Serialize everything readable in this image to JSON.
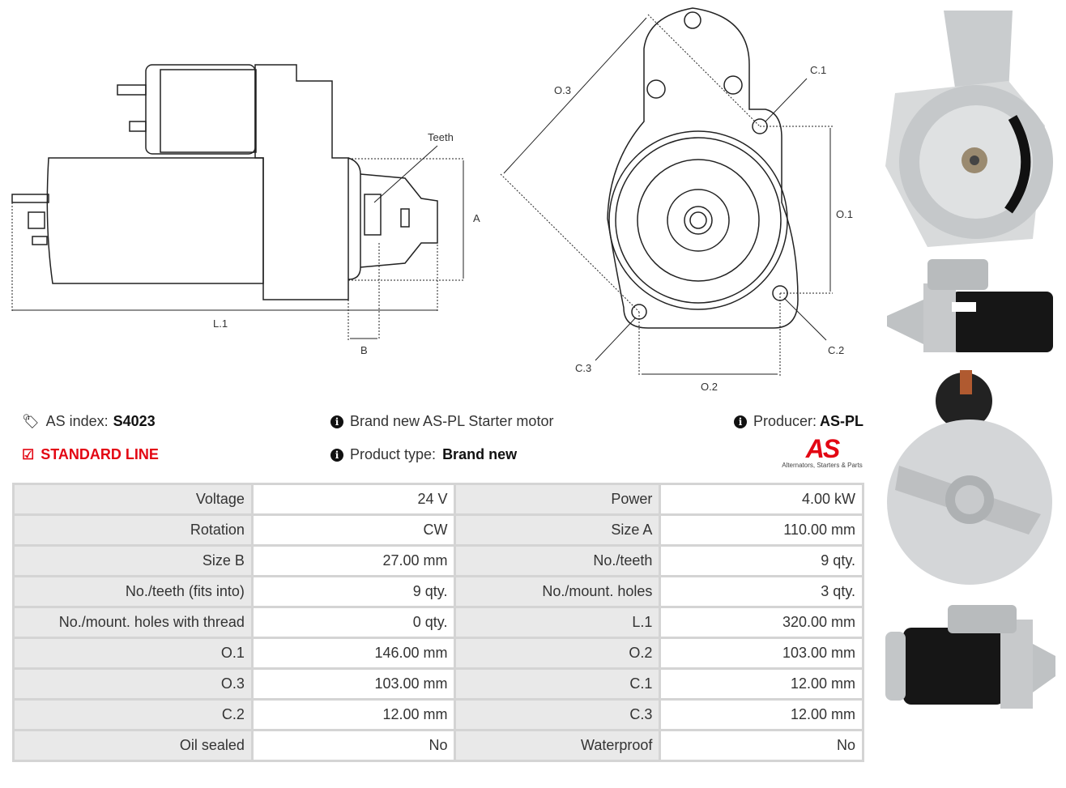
{
  "diagram": {
    "labels": {
      "teeth": "Teeth",
      "a": "A",
      "b": "B",
      "l1": "L.1",
      "o1": "O.1",
      "o2": "O.2",
      "o3": "O.3",
      "c1": "C.1",
      "c2": "C.2",
      "c3": "C.3"
    }
  },
  "info": {
    "as_index_label": "AS index:",
    "as_index_value": "S4023",
    "line": "STANDARD LINE",
    "title": "Brand new AS-PL Starter motor",
    "product_type_label": "Product type:",
    "product_type_value": "Brand new",
    "producer_label": "Producer:",
    "producer_value": "AS-PL",
    "logo_text": "AS",
    "logo_tagline": "Alternators, Starters & Parts",
    "accent": "#e30613"
  },
  "specs": [
    [
      "Voltage",
      "24 V",
      "Power",
      "4.00 kW"
    ],
    [
      "Rotation",
      "CW",
      "Size A",
      "110.00 mm"
    ],
    [
      "Size B",
      "27.00 mm",
      "No./teeth",
      "9 qty."
    ],
    [
      "No./teeth (fits into)",
      "9 qty.",
      "No./mount. holes",
      "3 qty."
    ],
    [
      "No./mount. holes with thread",
      "0 qty.",
      "L.1",
      "320.00 mm"
    ],
    [
      "O.1",
      "146.00 mm",
      "O.2",
      "103.00 mm"
    ],
    [
      "O.3",
      "103.00 mm",
      "C.1",
      "12.00 mm"
    ],
    [
      "C.2",
      "12.00 mm",
      "C.3",
      "12.00 mm"
    ],
    [
      "Oil sealed",
      "No",
      "Waterproof",
      "No"
    ]
  ]
}
